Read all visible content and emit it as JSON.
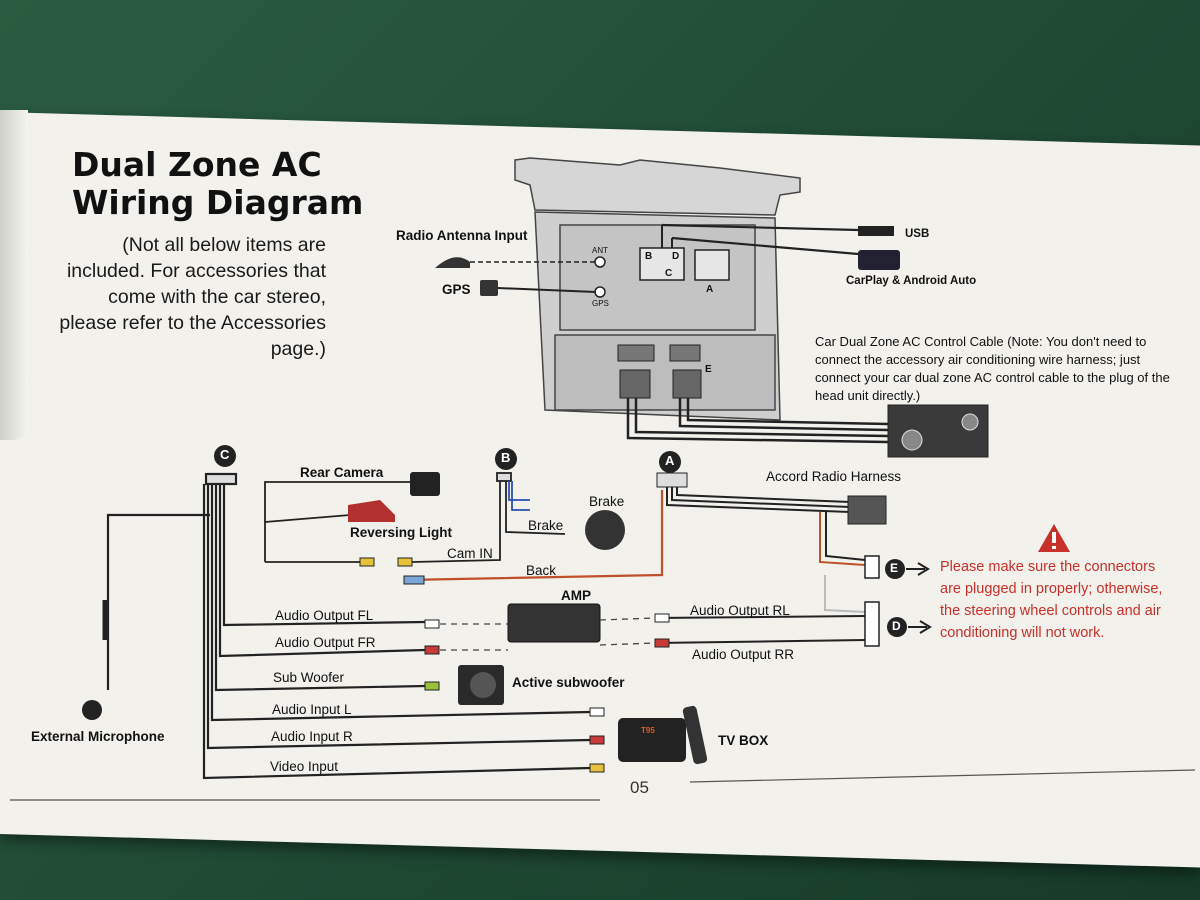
{
  "title": "Dual Zone AC Wiring Diagram",
  "note": "(Not all below items are included. For accessories that come with the car stereo, please refer to the Accessories page.)",
  "connectors": {
    "a": "A",
    "b": "B",
    "c": "C",
    "d": "D",
    "e": "E"
  },
  "head_unit": {
    "ant": "ANT",
    "gps": "GPS",
    "port_c": "C",
    "port_a": "A",
    "port_e": "E",
    "port_b": "B",
    "port_d": "D"
  },
  "top_labels": {
    "radio_antenna": "Radio Antenna Input",
    "gps": "GPS",
    "usb": "USB",
    "carplay": "CarPlay & Android Auto"
  },
  "ac_note": "Car Dual Zone AC Control Cable (Note: You don't need to connect the accessory air conditioning wire harness; just connect your car dual zone AC control cable to the plug of the head unit directly.)",
  "harness_labels": {
    "rear_camera": "Rear Camera",
    "reversing_light": "Reversing Light",
    "cam_in": "Cam IN",
    "brake_label": "Brake",
    "brake_device": "Brake",
    "back": "Back",
    "accord_harness": "Accord  Radio Harness",
    "amp": "AMP",
    "audio_fl": "Audio Output FL",
    "audio_fr": "Audio Output FR",
    "audio_rl": "Audio Output RL",
    "audio_rr": "Audio Output RR",
    "sub_woofer": "Sub Woofer",
    "active_sub": "Active subwoofer",
    "audio_in_l": "Audio Input L",
    "audio_in_r": "Audio Input R",
    "video_in": "Video Input",
    "tv_box": "TV BOX",
    "ext_mic": "External Microphone",
    "tv_box_brand": "T95"
  },
  "warning": "Please make sure the connectors are plugged in properly; otherwise, the steering wheel controls and air conditioning will not work.",
  "page_number": "05",
  "colors": {
    "warning_red": "#c8302a",
    "wire_orange": "#c0502a",
    "wire_blue": "#2a4fb0",
    "paper": "#f2f1ec"
  }
}
